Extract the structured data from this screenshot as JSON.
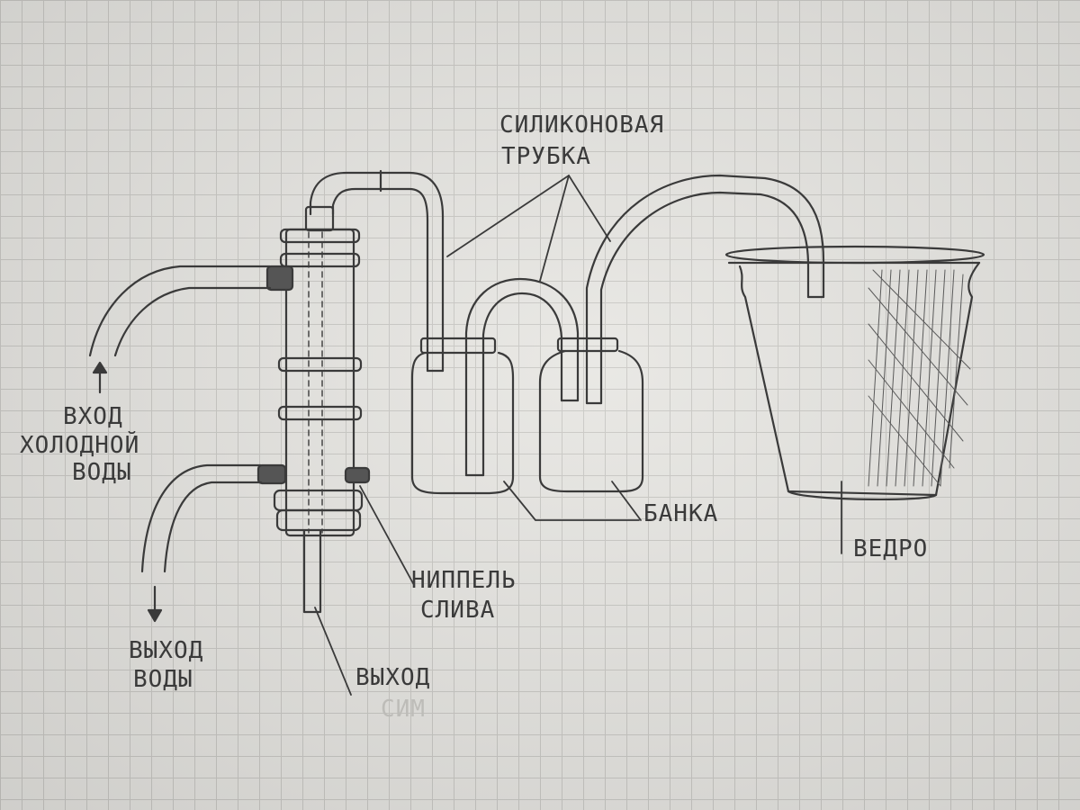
{
  "labels": {
    "silicone_tube_line1": "СИЛИКОНОВАЯ",
    "silicone_tube_line2": "ТРУБКА",
    "cold_water_in_line1": "ВХОД",
    "cold_water_in_line2": "ХОЛОДНОЙ",
    "cold_water_in_line3": "ВОДЫ",
    "water_out_line1": "ВЫХОД",
    "water_out_line2": "ВОДЫ",
    "drain_nipple_line1": "НИППЕЛЬ",
    "drain_nipple_line2": "СЛИВА",
    "product_out_line1": "ВЫХОД",
    "product_out_line2": "СИМ",
    "jar": "БАНКА",
    "bucket": "ВЕДРО"
  },
  "colors": {
    "paper": "#e7e6e2",
    "grid": "#c9c8c4",
    "pencil": "#3a3a3a"
  }
}
